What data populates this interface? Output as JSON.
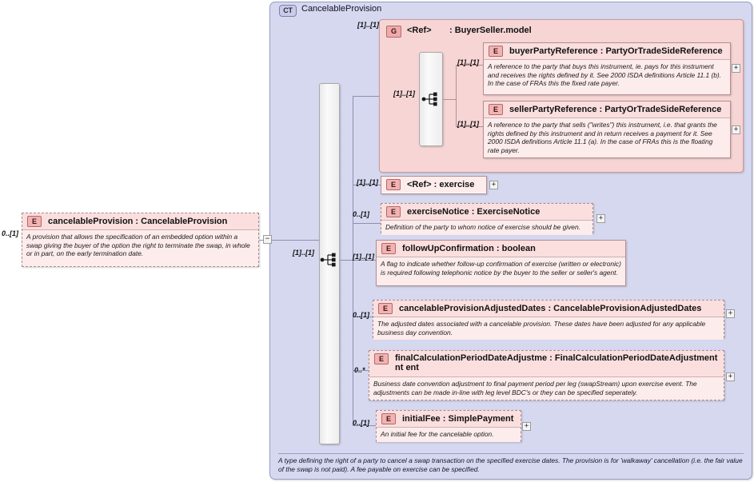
{
  "diagram": {
    "complex_type": {
      "badge": "CT",
      "name": "CancelableProvision",
      "documentation": "A type defining the right of a party to cancel a swap transaction on the specified exercise dates. The provision is for 'walkaway' cancellation (i.e. the fair value of the swap is not paid). A fee payable on exercise can be specified."
    },
    "root_element": {
      "badge": "E",
      "name": "cancelableProvision : CancelableProvision",
      "cardinality": "0..[1]",
      "documentation": "A provision that allows the specification of an embedded option within a swap giving the buyer of the option the right to terminate the swap, in whole or in part, on the early termination date.",
      "toggle": "−"
    },
    "group": {
      "badge": "G",
      "ref": "<Ref>",
      "type": ": BuyerSeller.model",
      "cardinality": "[1]..[1]",
      "sequence_cardinality": "[1]..[1]",
      "members": [
        {
          "badge": "E",
          "name": "buyerPartyReference : PartyOrTradeSideReference",
          "cardinality": "[1]..[1]",
          "documentation": "A reference to the party that buys this instrument, ie. pays for this instrument and receives the rights defined by it. See 2000 ISDA definitions Article 11.1 (b). In the case of FRAs this the fixed rate payer.",
          "expand": "+"
        },
        {
          "badge": "E",
          "name": "sellerPartyReference : PartyOrTradeSideReference",
          "cardinality": "[1]..[1]",
          "documentation": "A reference to the party that sells (\"writes\") this instrument, i.e. that grants the rights defined by this instrument and in return receives a payment for it. See 2000 ISDA definitions Article 11.1 (a). In the case of FRAs this is the floating rate payer.",
          "expand": "+"
        }
      ]
    },
    "sequence_cardinality": "[1]..[1]",
    "elements": [
      {
        "badge": "E",
        "name": "<Ref>        : exercise",
        "cardinality": "[1]..[1]",
        "documentation": "",
        "expand": "+"
      },
      {
        "badge": "E",
        "name": "exerciseNotice : ExerciseNotice",
        "cardinality": "0..[1]",
        "documentation": "Definition of the party to whom notice of exercise should be given.",
        "expand": "+"
      },
      {
        "badge": "E",
        "name": "followUpConfirmation : boolean",
        "cardinality": "[1]..[1]",
        "documentation": "A flag to indicate whether follow-up confirmation of exercise (written or electronic) is required following telephonic notice by the buyer to the seller or seller's agent.",
        "expand": ""
      },
      {
        "badge": "E",
        "name": "cancelableProvisionAdjustedDates : CancelableProvisionAdjustedDates",
        "cardinality": "0..[1]",
        "documentation": "The adjusted dates associated with a cancelable provision. These dates have been adjusted for any applicable business day convention.",
        "expand": "+"
      },
      {
        "badge": "E",
        "name": "finalCalculationPeriodDateAdjustme : FinalCalculationPeriodDateAdjustment\nnt                                                     ent",
        "cardinality": "0..*",
        "documentation": "Business date convention adjustment to final payment period per leg (swapStream) upon exercise event. The adjustments can be made in-line with leg level BDC's or they can be specified seperately.",
        "expand": "+"
      },
      {
        "badge": "E",
        "name": "initialFee : SimplePayment",
        "cardinality": "0..[1]",
        "documentation": "An initial fee for the cancelable option.",
        "expand": "+"
      }
    ],
    "icons": {
      "sequence": "sequence-icon"
    },
    "colors": {
      "complex_type_fill": "#d6d8f0",
      "group_fill": "#f7d5d5",
      "element_fill": "#fdecec",
      "element_header_fill": "#fbdede",
      "badge_element": "#f3b3b3",
      "badge_group": "#f0aaaa",
      "connector": "#8d8fae"
    }
  }
}
